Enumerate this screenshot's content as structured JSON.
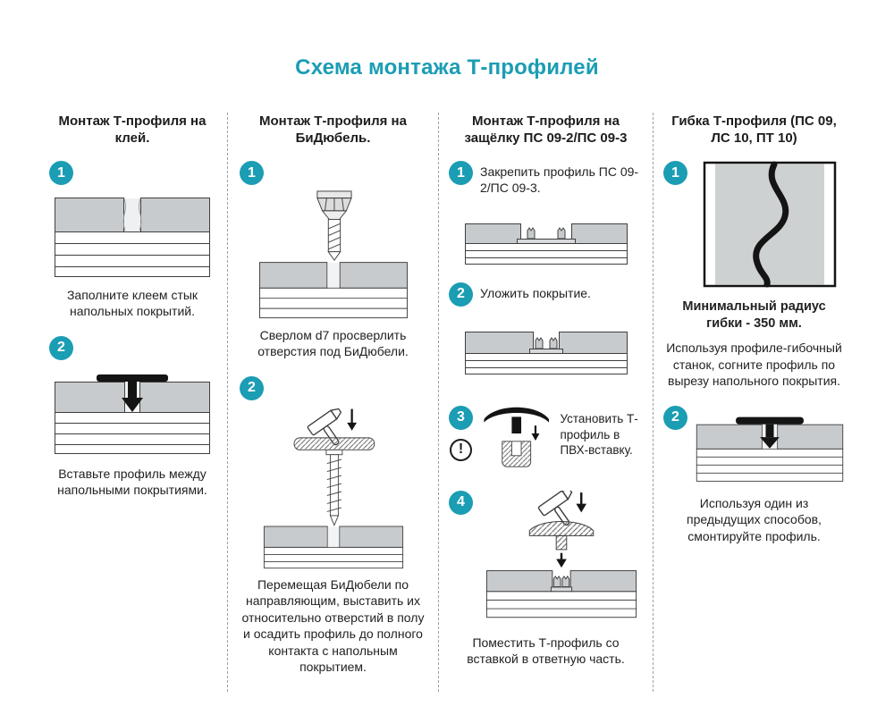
{
  "title": "Схема монтажа Т-профилей",
  "colors": {
    "accent": "#1b9db4"
  },
  "columns": [
    {
      "id": "glue",
      "heading": "Монтаж Т-профиля на клей.",
      "steps": [
        {
          "num": "1",
          "caption": "Заполните клеем стык напольных покрытий."
        },
        {
          "num": "2",
          "caption": "Вставьте профиль между напольными покрытиями."
        }
      ]
    },
    {
      "id": "bidowel",
      "heading": "Монтаж Т-профиля на БиДюбель.",
      "steps": [
        {
          "num": "1",
          "caption": "Сверлом d7 просверлить отверстия под БиДюбели."
        },
        {
          "num": "2",
          "caption": "Перемещая БиДюбели по направляющим, выставить их относительно отверстий в полу и осадить профиль до полного контакта с напольным покрытием."
        }
      ]
    },
    {
      "id": "latch",
      "heading": "Монтаж Т-профиля на защёлку ПС 09-2/ПС 09-3",
      "steps": [
        {
          "num": "1",
          "caption": "Закрепить профиль ПС 09-2/ПС 09-3."
        },
        {
          "num": "2",
          "caption": "Уложить покрытие."
        },
        {
          "num": "3",
          "warning_symbol": "!",
          "caption": "Установить Т-профиль в ПВХ-вставку."
        },
        {
          "num": "4",
          "caption": "Поместить Т-профиль со вставкой в ответную часть."
        }
      ]
    },
    {
      "id": "bending",
      "heading": "Гибка Т-профиля (ПС 09, ЛС 10, ПТ 10)",
      "steps": [
        {
          "num": "1",
          "bold_caption": "Минимальный радиус гибки - 350 мм.",
          "caption": "Используя профиле-гибочный станок, согните профиль по вырезу напольного покрытия."
        },
        {
          "num": "2",
          "caption": "Используя один из предыдущих способов, смонтируйте профиль."
        }
      ]
    }
  ]
}
